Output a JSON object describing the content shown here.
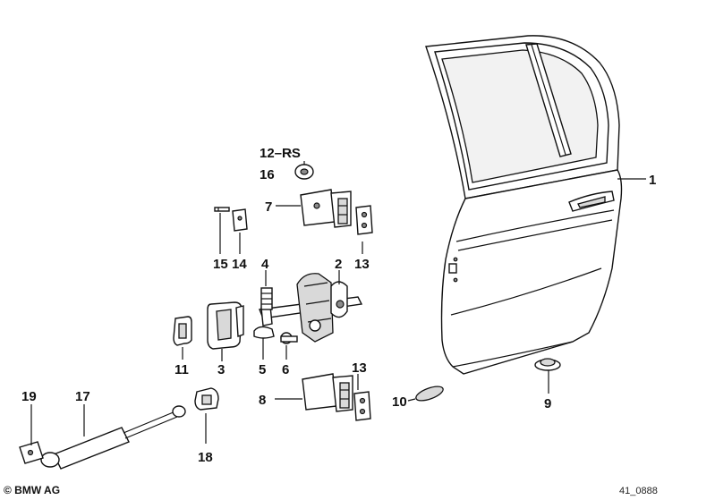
{
  "diagram": {
    "callouts": {
      "c1": "1",
      "c2": "2",
      "c3": "3",
      "c4": "4",
      "c5": "5",
      "c6": "6",
      "c7": "7",
      "c8": "8",
      "c9": "9",
      "c10": "10",
      "c11": "11",
      "c12": "12–RS",
      "c13a": "13",
      "c13b": "13",
      "c14": "14",
      "c15": "15",
      "c16": "16",
      "c17": "17",
      "c18": "18",
      "c19": "19"
    },
    "copyright": "© BMW AG",
    "drawing_number": "41_0888"
  }
}
